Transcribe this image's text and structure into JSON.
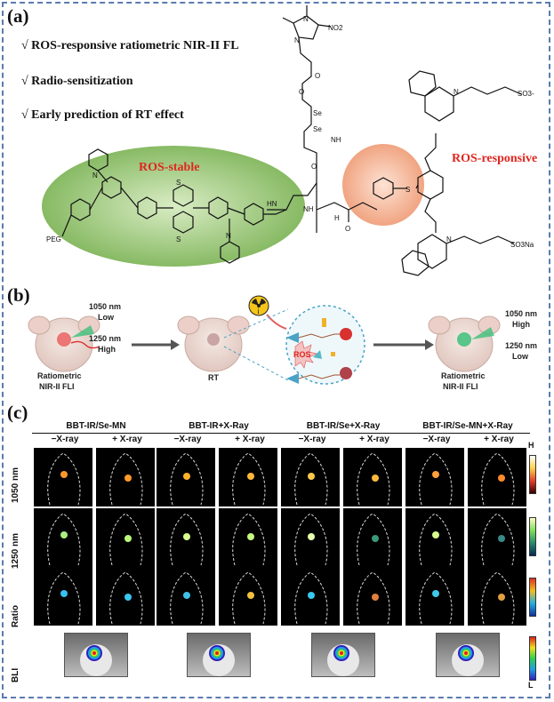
{
  "panel_a": {
    "letter": "(a)",
    "bullets": [
      "√  ROS-responsive ratiometric NIR-II FL",
      "√  Radio-sensitization",
      "√  Early prediction of RT effect"
    ],
    "labels": {
      "ros_stable": "ROS-stable",
      "ros_responsive": "ROS-responsive"
    },
    "atoms": {
      "no2": "NO2",
      "n": "N",
      "o": "O",
      "se": "Se",
      "nh": "NH",
      "hn": "HN",
      "h": "H",
      "s": "S",
      "peg": "PEG",
      "so3": "SO3-",
      "so3na": "SO3Na"
    }
  },
  "panel_b": {
    "letter": "(b)",
    "left_top_nm": "1050 nm",
    "left_top_level": "Low",
    "left_bottom_nm": "1250 nm",
    "left_bottom_level": "High",
    "left_caption_1": "Ratiometric",
    "left_caption_2": "NIR-II FLI",
    "mid_caption": "RT",
    "ros": "ROS",
    "right_top_nm": "1050 nm",
    "right_top_level": "High",
    "right_bottom_nm": "1250 nm",
    "right_bottom_level": "Low",
    "right_caption_1": "Ratiometric",
    "right_caption_2": "NIR-II FLI"
  },
  "panel_c": {
    "letter": "(c)",
    "groups": [
      "BBT-IR/Se-MN",
      "BBT-IR+X-Ray",
      "BBT-IR/Se+X-Ray",
      "BBT-IR/Se-MN+X-Ray"
    ],
    "sub": [
      "−X-ray",
      "+ X-ray"
    ],
    "rows": [
      "1050 nm",
      "1250 nm",
      "Ratio",
      "BLI"
    ],
    "colorbar_high": "H",
    "colorbar_low": "L"
  },
  "colors": {
    "frame": "#5a7bb0",
    "red_label": "#e0261f",
    "ellipse_green": "#8fc06a",
    "circle_orange": "#f2a07c"
  }
}
